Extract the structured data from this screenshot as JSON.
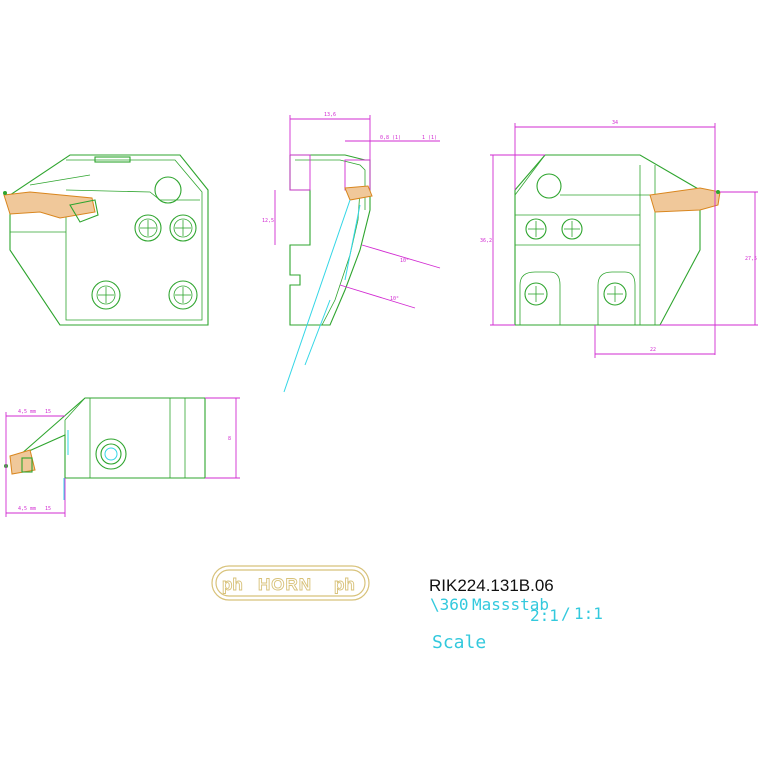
{
  "title_block": {
    "part_number": "RIK224.131B.06",
    "scale_word": "Massstab",
    "scale_prefix": "\\360",
    "scale_ratio_1": "2:1",
    "scale_separator": "/",
    "scale_ratio_2": "1:1",
    "scale_label": "Scale"
  },
  "logo": {
    "text": "HORN",
    "mark_left": "ph",
    "mark_right": "ph"
  },
  "dimensions": {
    "side_top": "13,6",
    "side_small": "0,8 (1)",
    "side_m": "1 (1)",
    "side_left": "12,5",
    "side_ang1": "10°",
    "side_ang2": "10°",
    "front_top": "34",
    "front_left": "36,2",
    "front_right": "27,5",
    "front_bottom": "22",
    "bottom_top": "4,5 mm",
    "bottom_top_b": "15",
    "bottom_bot": "4,5 mm",
    "bottom_bot_b": "15",
    "bottom_right": "8"
  },
  "colors": {
    "outline": "#2fa52f",
    "dimension": "#d22bd2",
    "insert": "#d9861e",
    "centerline": "#33d6e6",
    "logo": "#d8c27a"
  }
}
